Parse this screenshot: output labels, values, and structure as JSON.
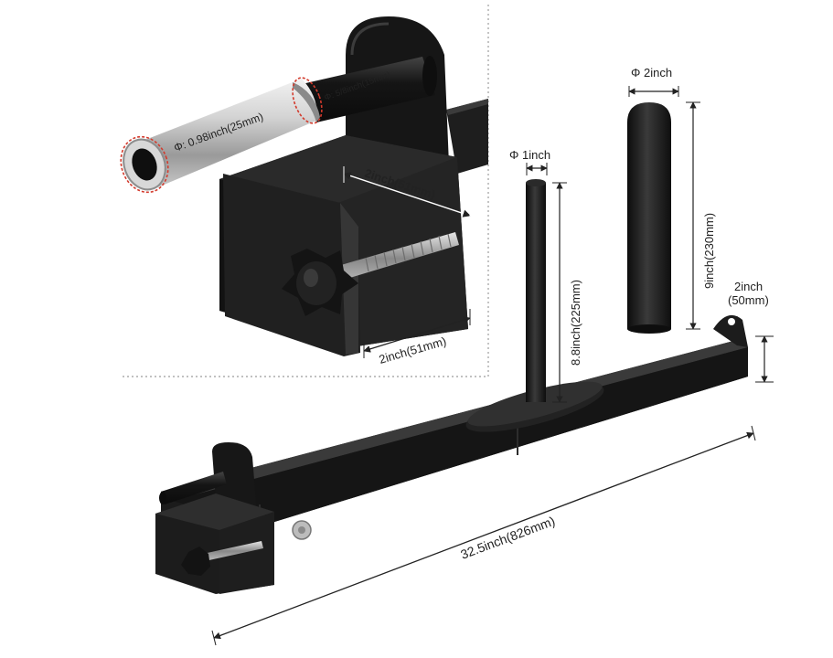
{
  "dimensions": {
    "peg_diameter": "Φ: 0.98inch(25mm)",
    "pin_diameter": "Φ: 5/8inch(15mm)",
    "clamp_inner_width": "2inch(51mm)",
    "clamp_depth": "2inch(51mm)",
    "post_diameter": "Φ 1inch",
    "post_height": "8.8inch(225mm)",
    "sleeve_diameter": "Φ 2inch",
    "sleeve_length": "9inch(230mm)",
    "tube_height_line1": "2inch",
    "tube_height_line2": "(50mm)",
    "total_length": "32.5inch(826mm)"
  },
  "colors": {
    "metal": "#1c1c1c",
    "chrome": "#c9c9c9",
    "dim_line": "#222222",
    "accent_red": "#d33a2c"
  }
}
